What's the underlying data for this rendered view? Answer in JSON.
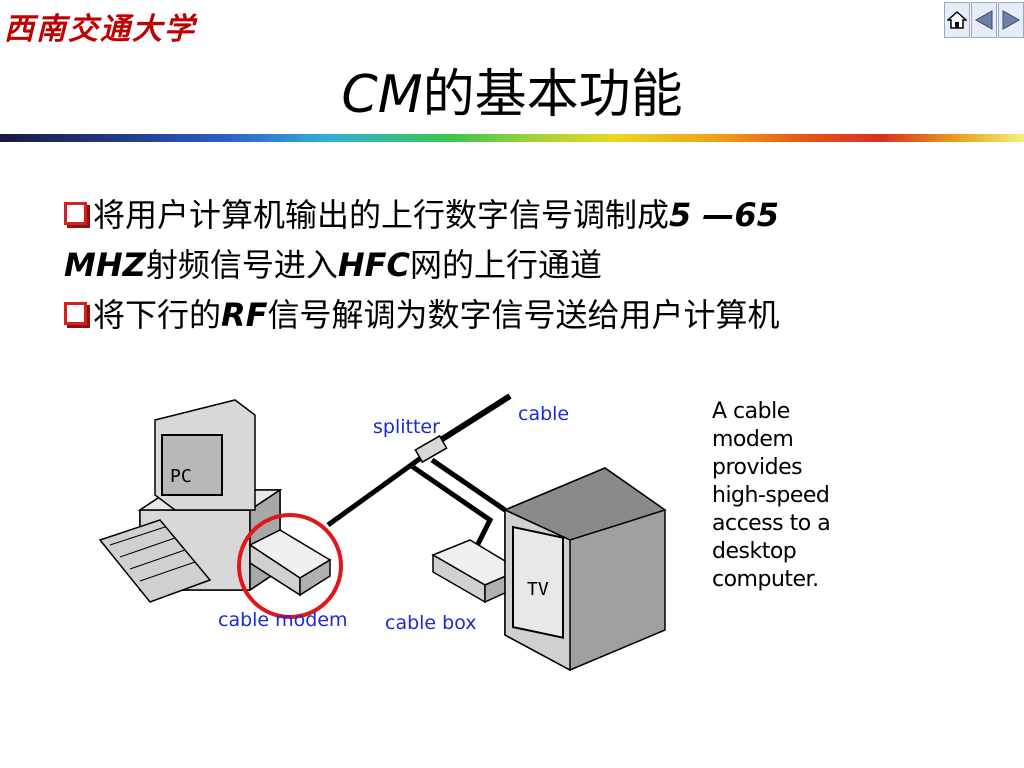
{
  "header": {
    "logo_text": "西南交通大学",
    "title_latin": "CM",
    "title_cn": "的基本功能"
  },
  "nav": {
    "home": "home-icon",
    "prev": "triangle-left-icon",
    "next": "triangle-right-icon"
  },
  "bullets": {
    "item1_a": "将用户计算机输出的上行数字信号调制成",
    "item1_b": "5 —65",
    "item1_c": "MHZ",
    "item1_d": "射频信号进入",
    "item1_e": "HFC",
    "item1_f": "网的上行通道",
    "item2_a": "将下行的",
    "item2_b": "RF",
    "item2_c": "信号解调为数字信号送给用户计算机"
  },
  "diagram": {
    "pc_label": "PC",
    "tv_label": "TV",
    "splitter_label": "splitter",
    "cable_label": "cable",
    "cable_modem_label": "cable modem",
    "cable_box_label": "cable box",
    "side_text": [
      "A cable",
      "modem",
      "provides",
      "high-speed",
      "access to a",
      "desktop",
      "computer."
    ]
  },
  "colors": {
    "bullet": "#d42020",
    "label_blue": "#1a2ad8",
    "circle_red": "#e01818",
    "logo_red": "#c00000"
  }
}
